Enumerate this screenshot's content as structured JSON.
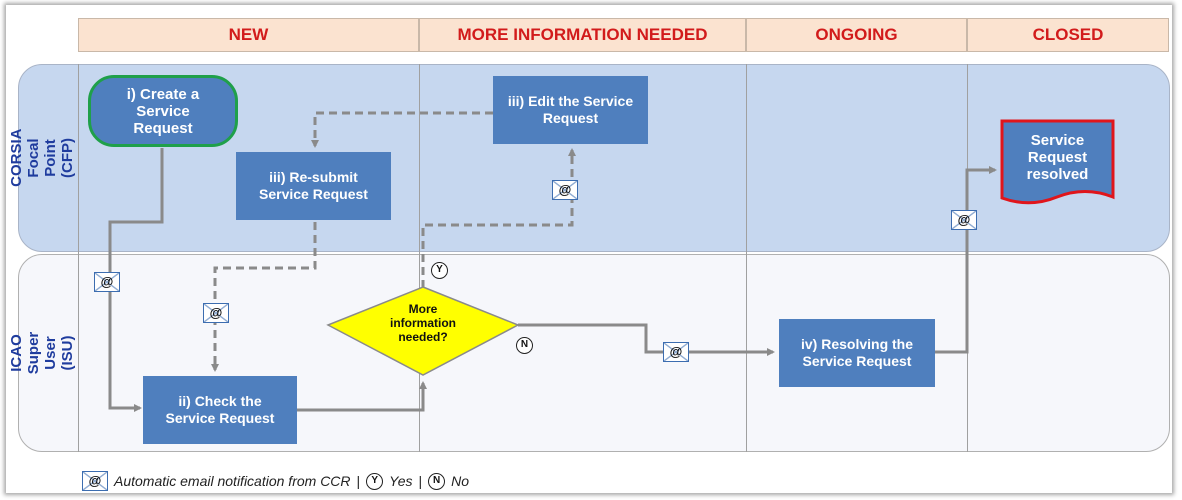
{
  "columns": [
    {
      "label": "NEW"
    },
    {
      "label": "MORE INFORMATION NEEDED"
    },
    {
      "label": "ONGOING"
    },
    {
      "label": "CLOSED"
    }
  ],
  "lanes": [
    {
      "label": "CORSIA Focal\nPoint (CFP)"
    },
    {
      "label": "ICAO Super User\n(ISU)"
    }
  ],
  "nodes": {
    "create": "i) Create a\nService\nRequest",
    "resubmit": "iii) Re-submit\nService Request",
    "edit": "iii) Edit the Service\nRequest",
    "resolved": "Service\nRequest\nresolved",
    "check": "ii) Check the\nService Request",
    "decision": "More\ninformation\nneeded?",
    "resolving": "iv) Resolving the\nService Request"
  },
  "marks": {
    "email": "@",
    "yes": "Y",
    "no": "N"
  },
  "legend": {
    "email_text": "Automatic email notification from CCR",
    "sep": "|",
    "yes_text": "Yes",
    "no_text": "No"
  },
  "colors": {
    "header_text": "#d21b1b",
    "header_bg": "#fbe3d0",
    "lane_cfp": "#c6d7ef",
    "lane_title": "#1f3c9e",
    "process_box": "#4f7fbe",
    "start_border": "#1fa04a",
    "end_border": "#e0151b",
    "decision_fill": "#ffff00"
  }
}
